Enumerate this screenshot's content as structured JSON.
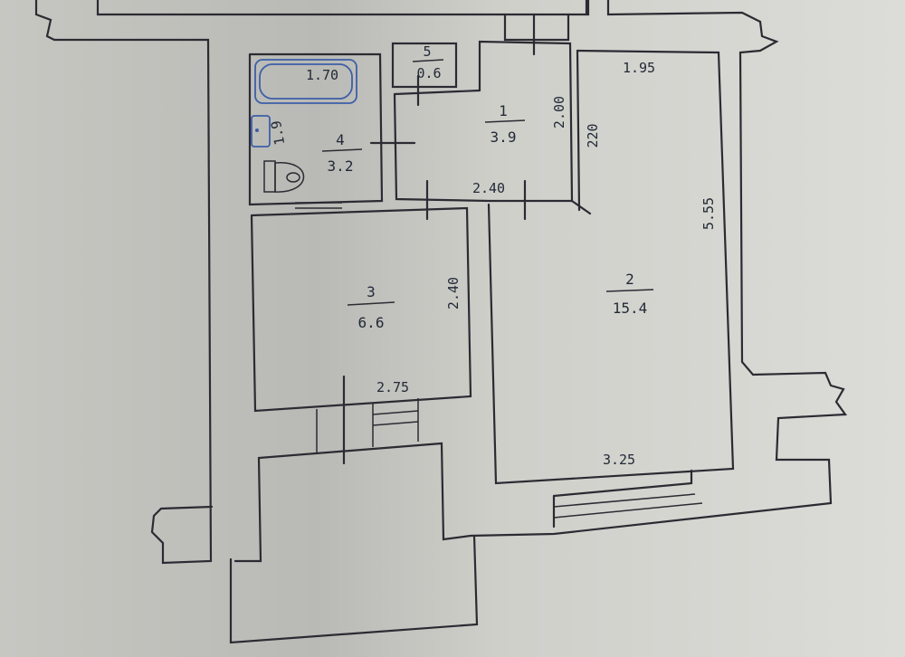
{
  "rooms": [
    {
      "number": "1",
      "area": "3.9"
    },
    {
      "number": "2",
      "area": "15.4"
    },
    {
      "number": "3",
      "area": "6.6"
    },
    {
      "number": "4",
      "area": "3.2"
    },
    {
      "number": "5",
      "area": "0.6"
    }
  ],
  "dimensions": {
    "bath_length": "1.70",
    "bath_height": "1.9",
    "room1_height": "2.00",
    "room1_width": "2.40",
    "room2_top": "1.95",
    "room2_side_small": "220",
    "room2_height": "5.55",
    "room2_width": "3.25",
    "room3_height": "2.40",
    "room3_width": "2.75"
  },
  "colors": {
    "paper": "#c9c9c4",
    "ink": "#2b2b33",
    "fixture_outline": "#3c5fa8"
  }
}
